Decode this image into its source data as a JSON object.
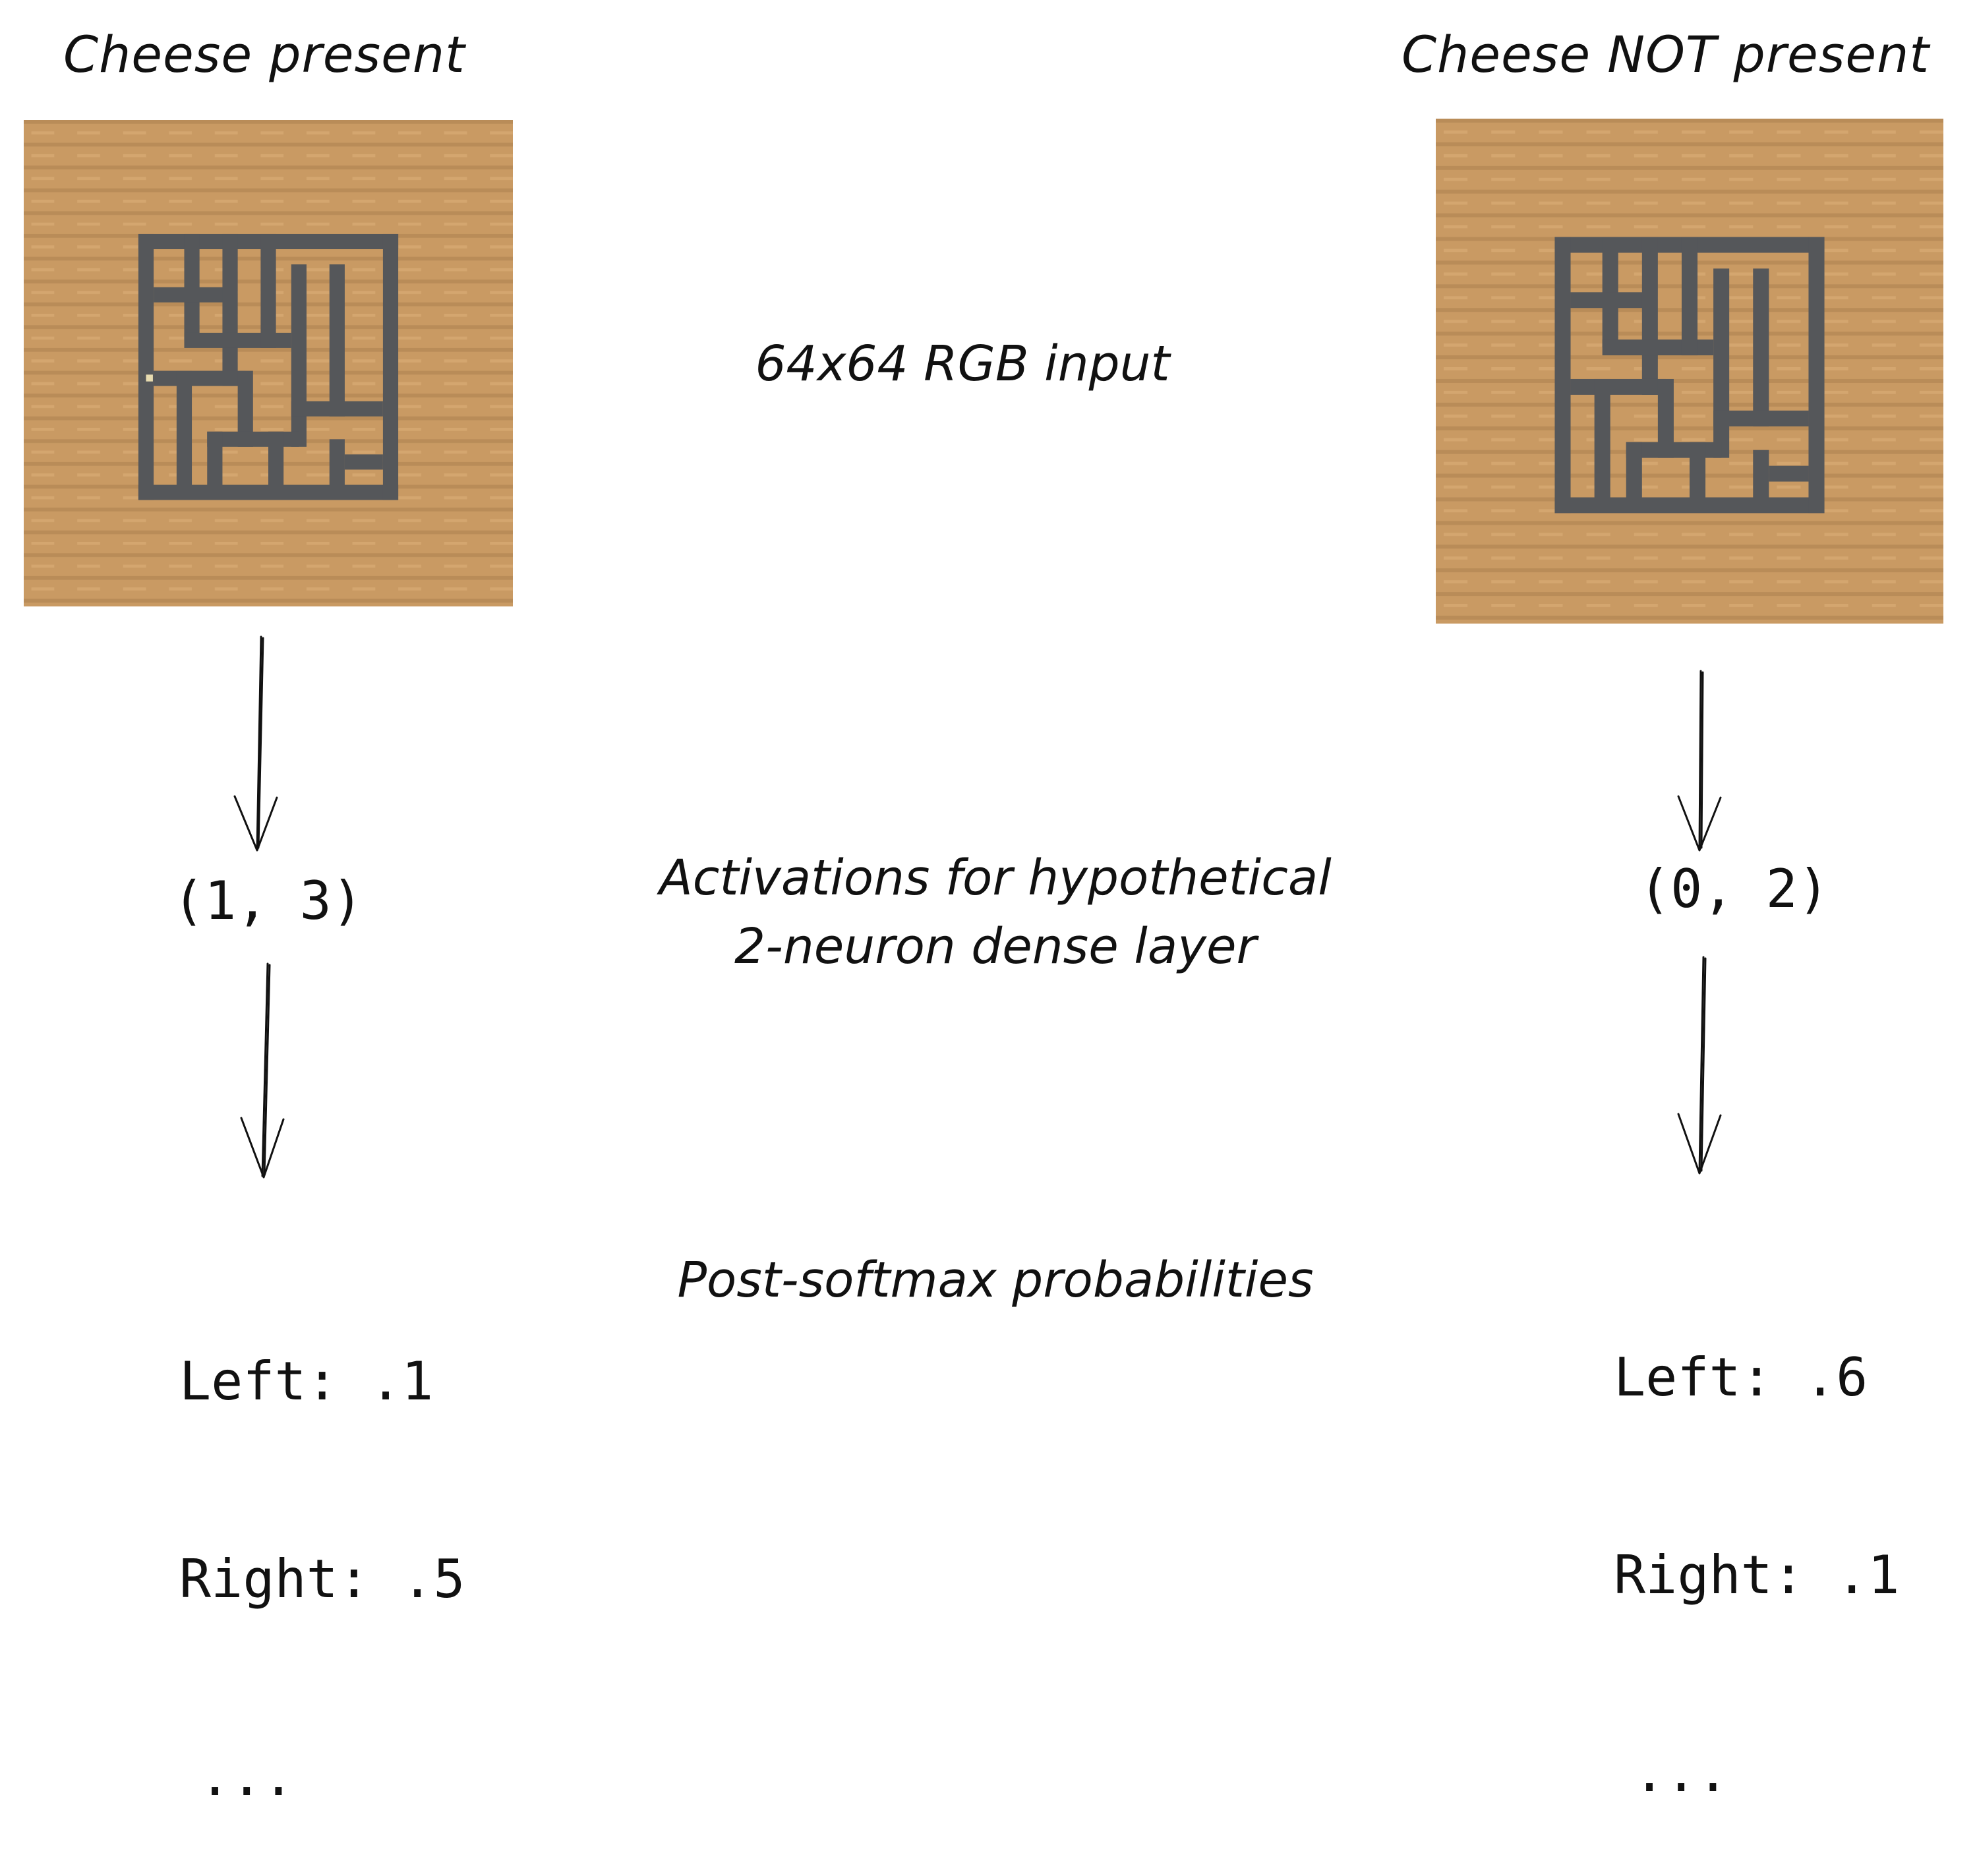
{
  "left": {
    "title": "Cheese present",
    "activations": "(1, 3)",
    "probabilities": [
      {
        "label": "Left:",
        "value": ".1"
      },
      {
        "label": "Right:",
        "value": ".5"
      }
    ],
    "ellipsis": "..."
  },
  "right": {
    "title": "Cheese NOT present",
    "activations": "(0, 2)",
    "probabilities": [
      {
        "label": "Left:",
        "value": ".6"
      },
      {
        "label": "Right:",
        "value": ".1"
      }
    ],
    "ellipsis": "..."
  },
  "labels": {
    "input": "64x64 RGB input",
    "activations_line1": "Activations for hypothetical",
    "activations_line2": "2-neuron dense layer",
    "probabilities": "Post-softmax probabilities"
  },
  "colors": {
    "background": "#c99a63",
    "maze_path": "#55575a",
    "arrow": "#111111"
  }
}
